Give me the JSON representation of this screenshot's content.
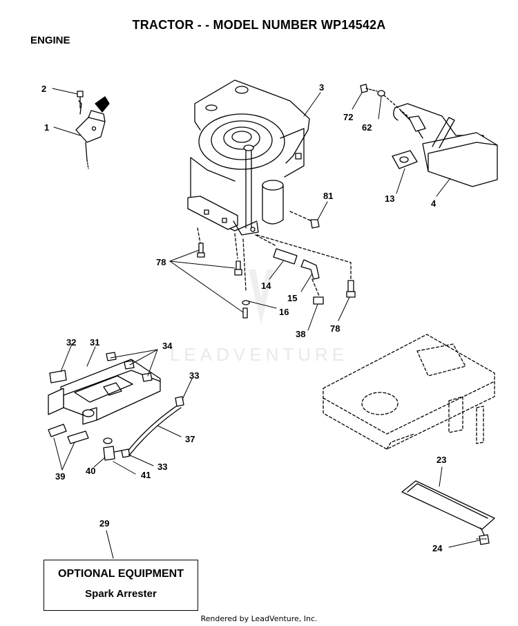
{
  "header": {
    "title": "TRACTOR - - MODEL NUMBER WP14542A",
    "section": "ENGINE"
  },
  "watermark": "LEADVENTURE",
  "callouts": {
    "c1": "1",
    "c2": "2",
    "c3": "3",
    "c4": "4",
    "c13": "13",
    "c14": "14",
    "c15": "15",
    "c16": "16",
    "c23": "23",
    "c24": "24",
    "c29": "29",
    "c31": "31",
    "c32": "32",
    "c33a": "33",
    "c33b": "33",
    "c34": "34",
    "c37": "37",
    "c38": "38",
    "c39": "39",
    "c40": "40",
    "c41": "41",
    "c62": "62",
    "c72": "72",
    "c78a": "78",
    "c78b": "78",
    "c81": "81"
  },
  "optional_equipment": {
    "title": "OPTIONAL EQUIPMENT",
    "item": "Spark Arrester"
  },
  "footer": "Rendered by LeadVenture, Inc."
}
